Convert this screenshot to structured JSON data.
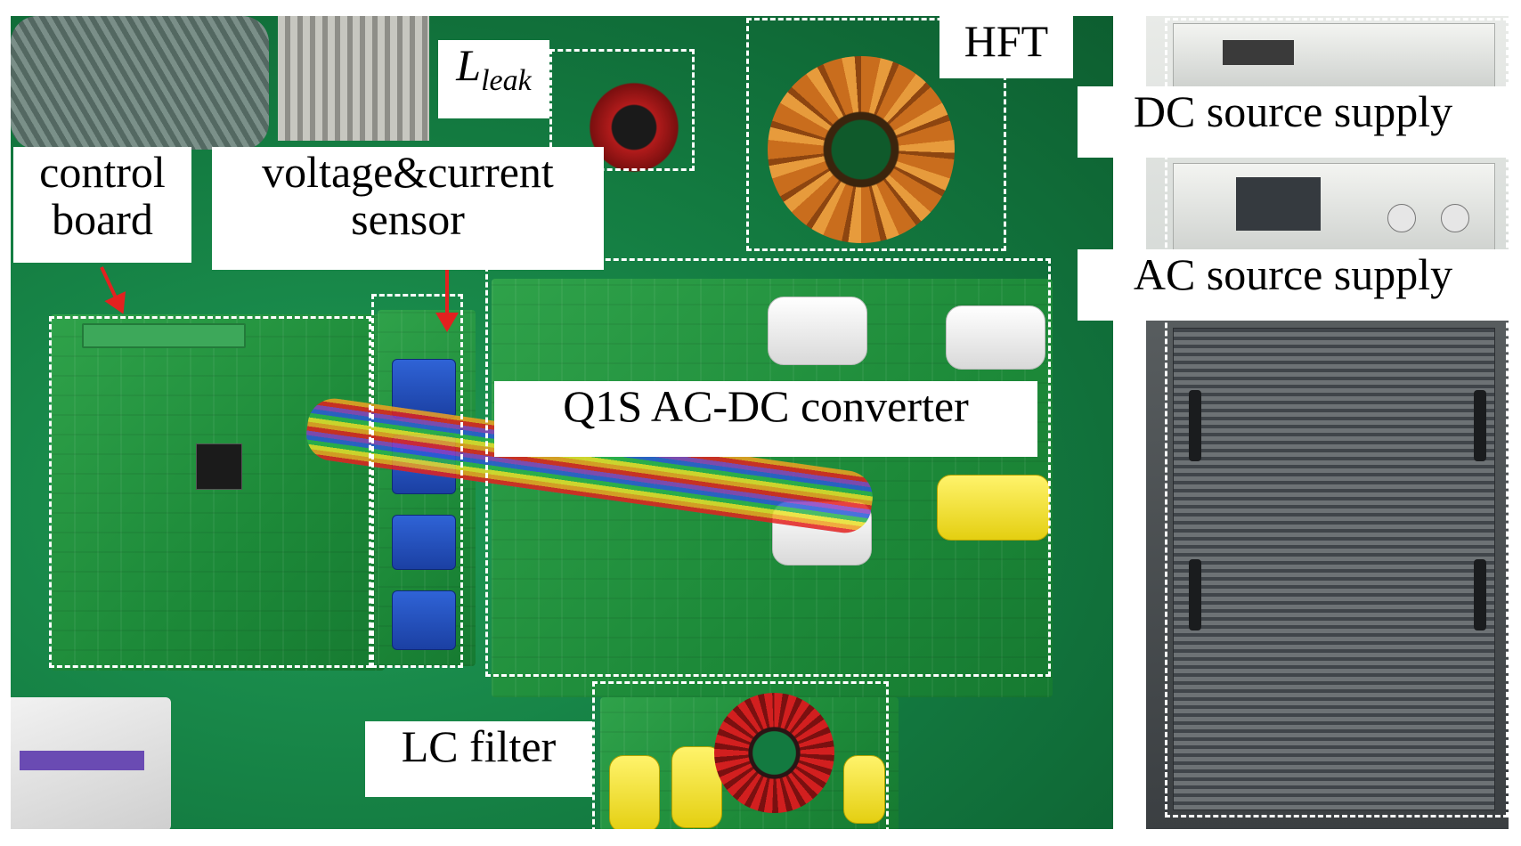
{
  "labels": {
    "control_board": "control board",
    "sensor": "voltage&current sensor",
    "lleak_main": "L",
    "lleak_sub": "leak",
    "hft": "HFT",
    "converter": "Q1S AC-DC converter",
    "lc_filter": "LC filter",
    "dc_supply": "DC source supply",
    "ac_supply": "AC source supply"
  },
  "colors": {
    "outline": "#ffffff",
    "arrow": "#e3211f",
    "bench": "#137a40"
  }
}
